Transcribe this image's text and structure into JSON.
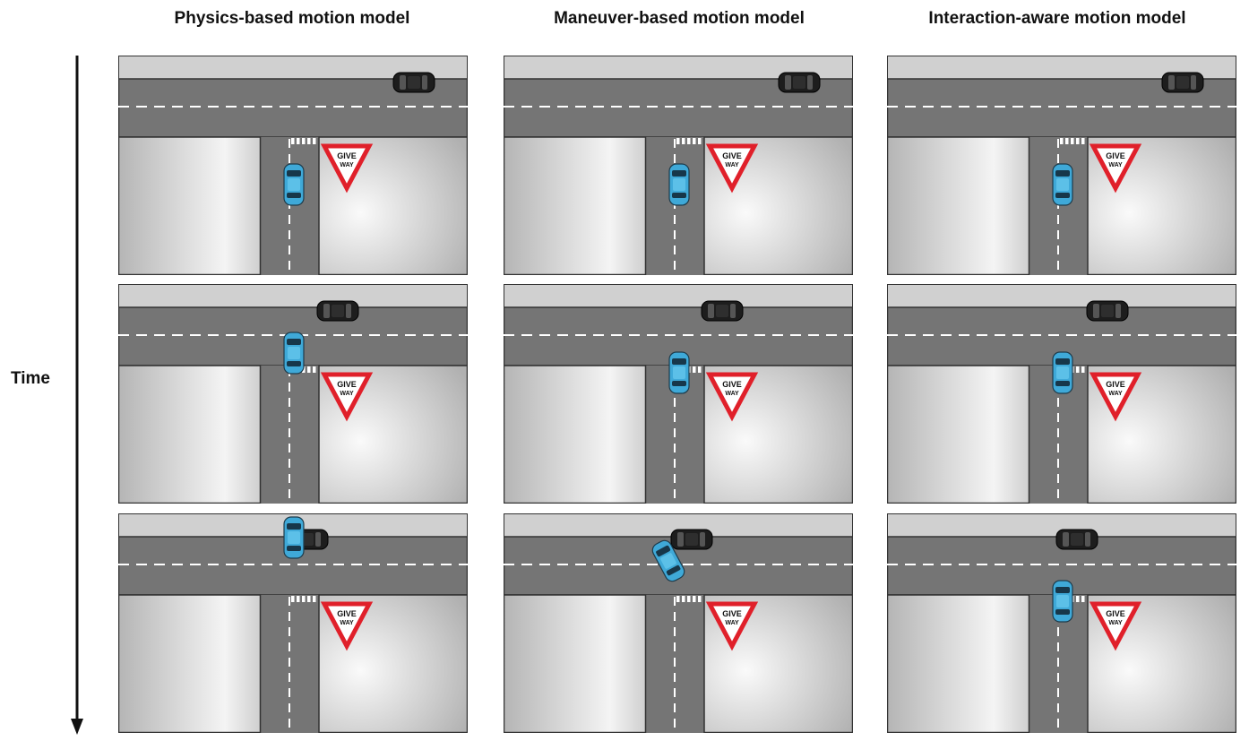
{
  "columns": [
    {
      "title": "Physics-based motion model"
    },
    {
      "title": "Maneuver-based motion model"
    },
    {
      "title": "Interaction-aware motion model"
    }
  ],
  "time_axis": {
    "label": "Time"
  },
  "sign": {
    "line1": "GIVE",
    "line2": "WAY"
  },
  "colors": {
    "ego_car": "#3fa9d8",
    "other_car": "#1a1a1a",
    "road": "#757575",
    "sign_border": "#e0202a"
  }
}
